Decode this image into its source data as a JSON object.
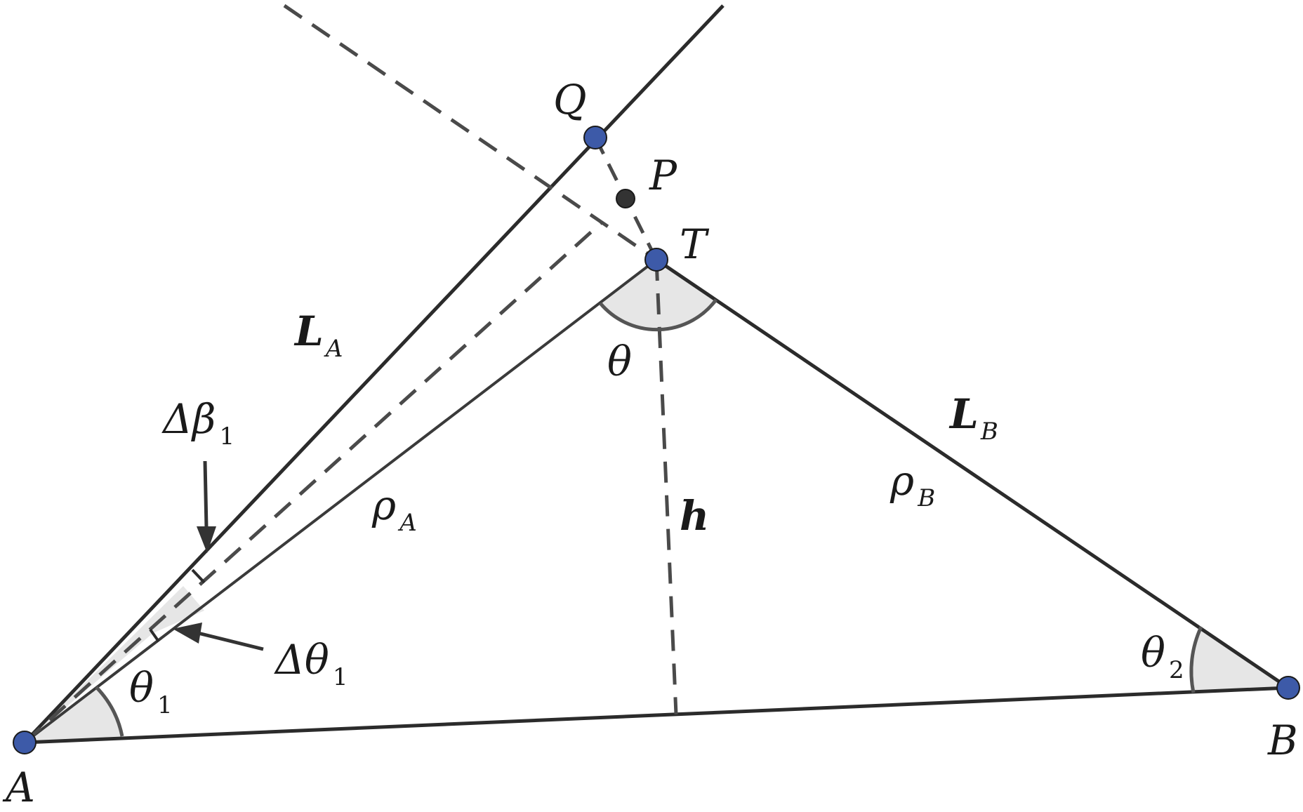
{
  "diagram": {
    "points": {
      "A": {
        "label": "A",
        "color": "#3d5aa8"
      },
      "B": {
        "label": "B",
        "color": "#3d5aa8"
      },
      "T": {
        "label": "T",
        "color": "#3d5aa8"
      },
      "Q": {
        "label": "Q",
        "color": "#3d5aa8"
      },
      "P": {
        "label": "P",
        "color": "#333333"
      }
    },
    "labels": {
      "LA": {
        "main": "L",
        "sub": "A"
      },
      "LB": {
        "main": "L",
        "sub": "B"
      },
      "rhoA": {
        "main": "ρ",
        "sub": "A"
      },
      "rhoB": {
        "main": "ρ",
        "sub": "B"
      },
      "h": {
        "main": "h"
      },
      "theta": {
        "main": "θ"
      },
      "theta1": {
        "main": "θ",
        "sub": "1"
      },
      "theta2": {
        "main": "θ",
        "sub": "2"
      },
      "dbeta1": {
        "main": "Δβ",
        "sub": "1"
      },
      "dtheta1": {
        "main": "Δθ",
        "sub": "1"
      }
    },
    "colors": {
      "line": "#2b2b2b",
      "dashed": "#4a4a4a",
      "angle_fill": "#e6e6e6",
      "point_fill": "#3d5aa8"
    }
  }
}
